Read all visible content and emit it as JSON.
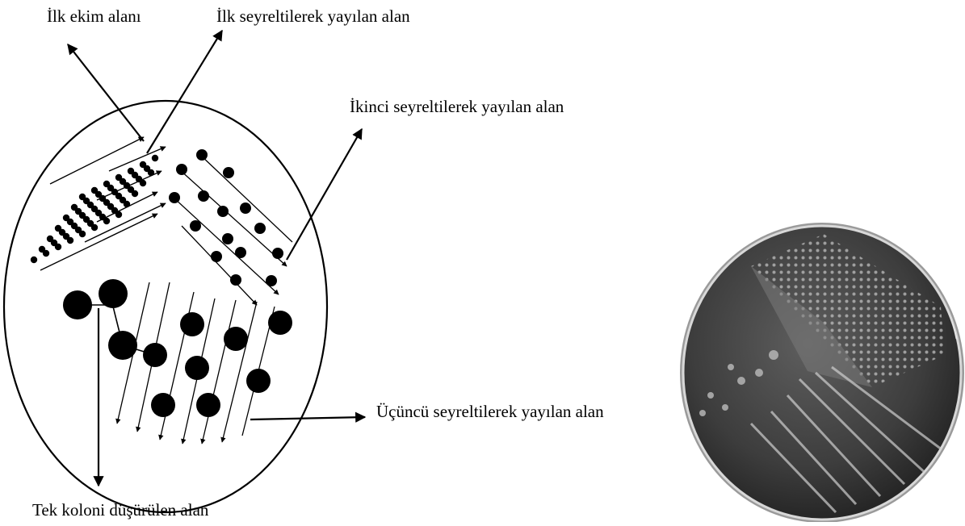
{
  "labels": {
    "first_area": "İlk ekim  alanı",
    "first_dilution": "İlk seyreltilerek yayılan alan",
    "second_dilution": "İkinci seyreltilerek yayılan alan",
    "third_dilution": "Üçüncü seyreltilerek yayılan alan",
    "single_colony": "Tek koloni düşürülen alan"
  },
  "colors": {
    "ink": "#000000",
    "plate_photo_dark": "#3a3a3a",
    "plate_photo_rim": "#e6e6e6",
    "streak_light": "#c9c9c9"
  }
}
